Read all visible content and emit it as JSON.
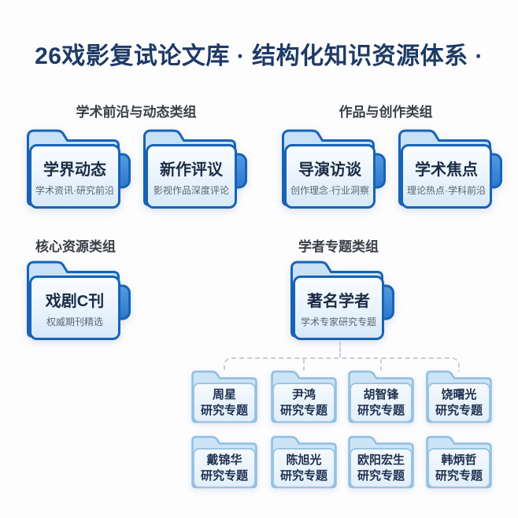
{
  "title": "26戏影复试论文库 · 结构化知识资源体系 ·",
  "groups": [
    {
      "heading": "学术前沿与动态类组",
      "folders": [
        {
          "title": "学界动态",
          "subtitle": "学术资讯·研究前沿"
        },
        {
          "title": "新作评议",
          "subtitle": "影视作品深度评论"
        }
      ]
    },
    {
      "heading": "作品与创作类组",
      "folders": [
        {
          "title": "导演访谈",
          "subtitle": "创作理念·行业洞察"
        },
        {
          "title": "学术焦点",
          "subtitle": "理论热点·学科前沿"
        }
      ]
    },
    {
      "heading": "核心资源类组",
      "folders": [
        {
          "title": "戏剧C刊",
          "subtitle": "权威期刊精选"
        }
      ]
    },
    {
      "heading": "学者专题类组",
      "folders": [
        {
          "title": "著名学者",
          "subtitle": "学术专家研究专题"
        }
      ]
    }
  ],
  "scholar_topics": [
    {
      "name": "周星",
      "label": "研究专题"
    },
    {
      "name": "尹鸿",
      "label": "研究专题"
    },
    {
      "name": "胡智锋",
      "label": "研究专题"
    },
    {
      "name": "饶曙光",
      "label": "研究专题"
    },
    {
      "name": "戴锦华",
      "label": "研究专题"
    },
    {
      "name": "陈旭光",
      "label": "研究专题"
    },
    {
      "name": "欧阳宏生",
      "label": "研究专题"
    },
    {
      "name": "韩炳哲",
      "label": "研究专题"
    }
  ],
  "colors": {
    "title_text": "#1e3a66",
    "heading_text": "#3a3f46",
    "big_folder_border": "#1763b4",
    "big_folder_back": "#c9e1f6",
    "big_folder_front_top": "#f9fcff",
    "big_folder_front_bottom": "#d7e8f8",
    "side_tab_blue": "#3b84d6",
    "folder_title_text": "#1b2b45",
    "folder_subtitle_text": "#5c6570",
    "small_folder_border": "#8fbfe1",
    "small_folder_back": "#cde4f6",
    "small_folder_text": "#1f3050",
    "connector_dash": "#c9ced6"
  }
}
